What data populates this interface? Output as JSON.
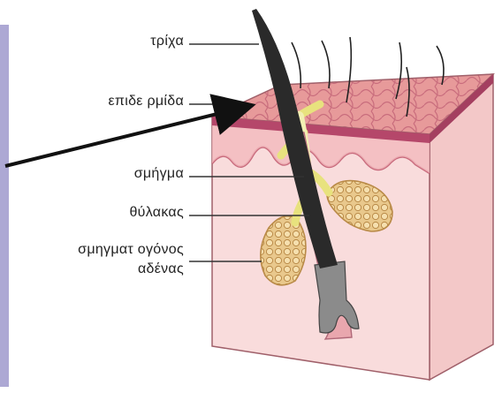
{
  "diagram": {
    "labels": {
      "hair": "τρίχα",
      "epidermis": "επιδε ρμίδα",
      "sebum": "σμήγμα",
      "follicle": "θύλακας",
      "gland_line1": "σμηγματ ογόνος",
      "gland_line2": "αδένας"
    }
  },
  "colors": {
    "panel": "#ada8d4",
    "skin_top": "#e79a9a",
    "skin_side": "#f7cfcf",
    "skin_front": "#f9dcdc",
    "epidermis_band": "#b5476a",
    "sebum": "#f2efb3",
    "gland": "#e7c88a",
    "hair": "#2a2a2a",
    "bulb": "#8b8b8b"
  }
}
